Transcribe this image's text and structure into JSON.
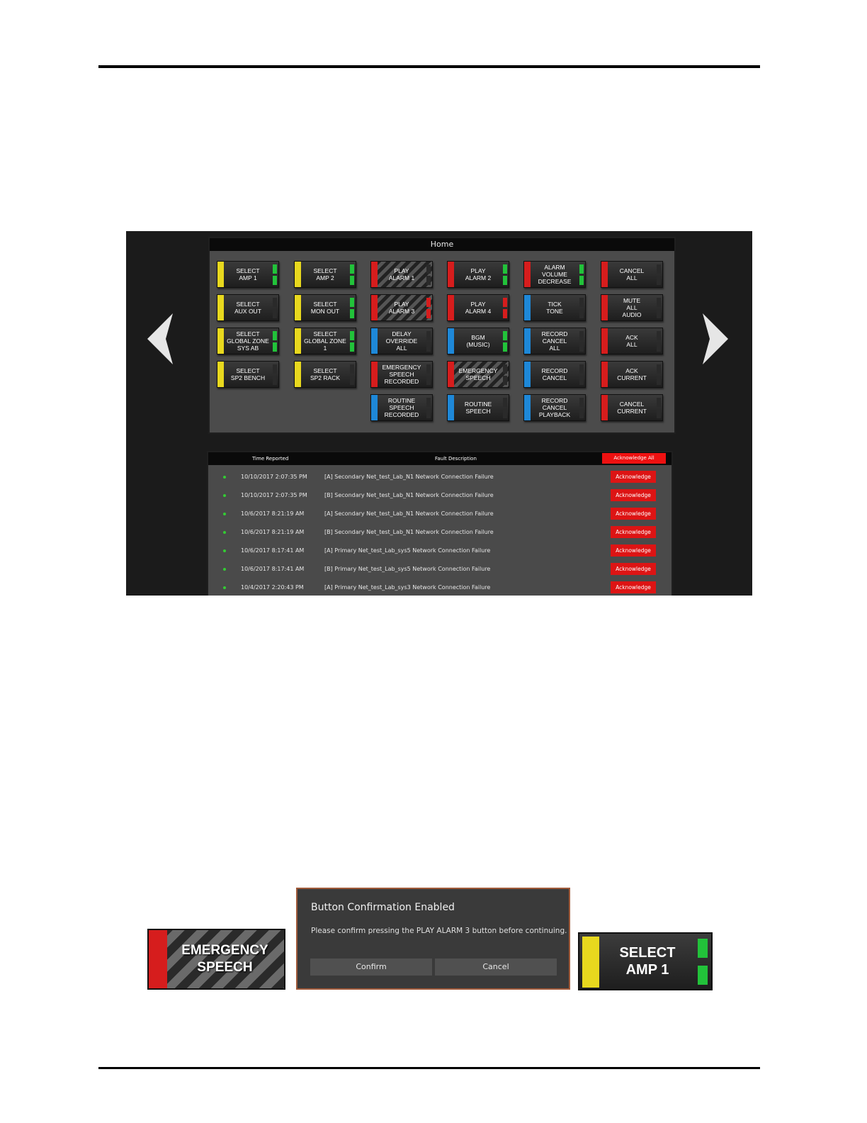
{
  "colors": {
    "yellow": "#e8d81e",
    "red": "#d61d1d",
    "blue": "#1e88d8",
    "led_green": "#22c23a",
    "led_red": "#d61d1d",
    "led_off": "#2a2a2a",
    "fault_dot": "#33cc33",
    "ack_red": "#dd1414"
  },
  "icons": {
    "prev": "chevron-left-icon",
    "next": "chevron-right-icon"
  },
  "home": {
    "title": "Home",
    "buttons": [
      {
        "label": "SELECT\nAMP 1",
        "stripe": "yellow",
        "leds": [
          "green",
          "green"
        ]
      },
      {
        "label": "SELECT\nAMP 2",
        "stripe": "yellow",
        "leds": [
          "green",
          "green"
        ]
      },
      {
        "label": "PLAY\nALARM 1",
        "stripe": "red",
        "leds": [
          "off",
          "off"
        ],
        "hatched": true
      },
      {
        "label": "PLAY\nALARM 2",
        "stripe": "red",
        "leds": [
          "green",
          "green"
        ]
      },
      {
        "label": "ALARM\nVOLUME\nDECREASE",
        "stripe": "red",
        "leds": [
          "green",
          "green"
        ]
      },
      {
        "label": "CANCEL\nALL",
        "stripe": "red",
        "leds": [
          "off",
          "off"
        ]
      },
      {
        "label": "SELECT\nAUX OUT",
        "stripe": "yellow",
        "leds": [
          "off",
          "off"
        ]
      },
      {
        "label": "SELECT\nMON OUT",
        "stripe": "yellow",
        "leds": [
          "green",
          "green"
        ]
      },
      {
        "label": "PLAY\nALARM 3",
        "stripe": "red",
        "leds": [
          "red",
          "red"
        ],
        "hatched": true
      },
      {
        "label": "PLAY\nALARM 4",
        "stripe": "red",
        "leds": [
          "red",
          "red"
        ]
      },
      {
        "label": "TICK\nTONE",
        "stripe": "blue",
        "leds": [
          "off",
          "off"
        ]
      },
      {
        "label": "MUTE\nALL\nAUDIO",
        "stripe": "red",
        "leds": [
          "off",
          "off"
        ]
      },
      {
        "label": "SELECT\nGLOBAL ZONE\nSYS AB",
        "stripe": "yellow",
        "leds": [
          "green",
          "green"
        ]
      },
      {
        "label": "SELECT\nGLOBAL ZONE\n1",
        "stripe": "yellow",
        "leds": [
          "green",
          "green"
        ]
      },
      {
        "label": "DELAY\nOVERRIDE\nALL",
        "stripe": "blue",
        "leds": [
          "off",
          "off"
        ]
      },
      {
        "label": "BGM\n(MUSIC)",
        "stripe": "blue",
        "leds": [
          "green",
          "green"
        ]
      },
      {
        "label": "RECORD\nCANCEL\nALL",
        "stripe": "blue",
        "leds": [
          "off",
          "off"
        ]
      },
      {
        "label": "ACK\nALL",
        "stripe": "red",
        "leds": [
          "off",
          "off"
        ]
      },
      {
        "label": "SELECT\nSP2 BENCH",
        "stripe": "yellow",
        "leds": [
          "off",
          "off"
        ]
      },
      {
        "label": "SELECT\nSP2 RACK",
        "stripe": "yellow",
        "leds": [
          "off",
          "off"
        ]
      },
      {
        "label": "EMERGENCY\nSPEECH\nRECORDED",
        "stripe": "red",
        "leds": [
          "off",
          "off"
        ]
      },
      {
        "label": "EMERGENCY\nSPEECH",
        "stripe": "red",
        "leds": [
          "off",
          "off"
        ],
        "hatched": true
      },
      {
        "label": "RECORD\nCANCEL",
        "stripe": "blue",
        "leds": [
          "off",
          "off"
        ]
      },
      {
        "label": "ACK\nCURRENT",
        "stripe": "red",
        "leds": [
          "off",
          "off"
        ]
      },
      null,
      null,
      {
        "label": "ROUTINE\nSPEECH\nRECORDED",
        "stripe": "blue",
        "leds": [
          "off",
          "off"
        ]
      },
      {
        "label": "ROUTINE\nSPEECH",
        "stripe": "blue",
        "leds": [
          "off",
          "off"
        ]
      },
      {
        "label": "RECORD\nCANCEL\nPLAYBACK",
        "stripe": "blue",
        "leds": [
          "off",
          "off"
        ]
      },
      {
        "label": "CANCEL\nCURRENT",
        "stripe": "red",
        "leds": [
          "off",
          "off"
        ]
      }
    ]
  },
  "faults": {
    "col_time": "Time Reported",
    "col_desc": "Fault Description",
    "ack_all_label": "Acknowledge All",
    "ack_label": "Acknowledge",
    "rows": [
      {
        "time": "10/10/2017 2:07:35 PM",
        "desc": "[A] Secondary Net_test_Lab_N1 Network Connection Failure"
      },
      {
        "time": "10/10/2017 2:07:35 PM",
        "desc": "[B] Secondary Net_test_Lab_N1 Network Connection Failure"
      },
      {
        "time": "10/6/2017 8:21:19 AM",
        "desc": "[A] Secondary Net_test_Lab_N1 Network Connection Failure"
      },
      {
        "time": "10/6/2017 8:21:19 AM",
        "desc": "[B] Secondary Net_test_Lab_N1 Network Connection Failure"
      },
      {
        "time": "10/6/2017 8:17:41 AM",
        "desc": "[A] Primary Net_test_Lab_sys5 Network Connection Failure"
      },
      {
        "time": "10/6/2017 8:17:41 AM",
        "desc": "[B] Primary Net_test_Lab_sys5 Network Connection Failure"
      },
      {
        "time": "10/4/2017 2:20:43 PM",
        "desc": "[A] Primary Net_test_Lab_sys3 Network Connection Failure"
      }
    ]
  },
  "examples": {
    "emergency_label": "EMERGENCY\nSPEECH",
    "select_label": "SELECT\nAMP 1"
  },
  "dialog": {
    "title": "Button Confirmation Enabled",
    "message": "Please confirm pressing the PLAY ALARM 3 button before continuing.",
    "confirm": "Confirm",
    "cancel": "Cancel"
  }
}
